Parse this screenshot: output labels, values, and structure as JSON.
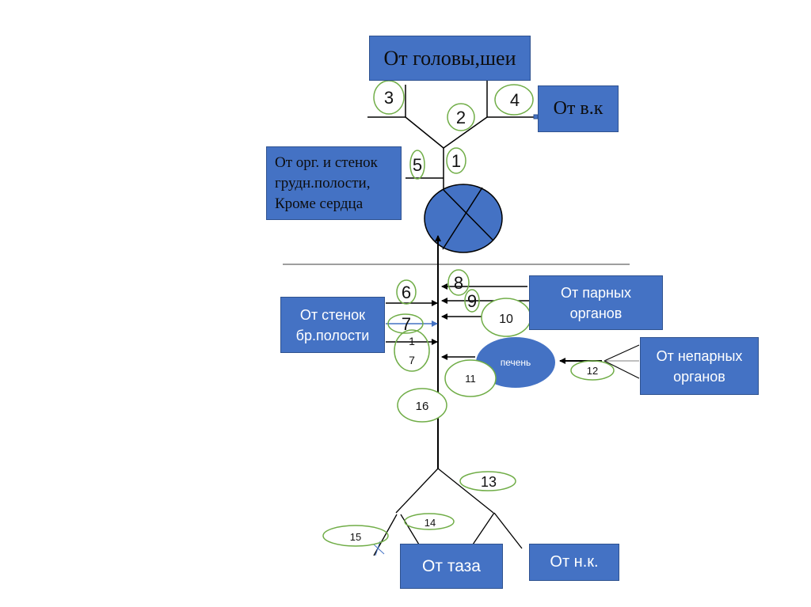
{
  "colors": {
    "box_fill": "#4472c4",
    "box_border": "#2f528f",
    "oval_stroke": "#70ad47",
    "line": "#000000",
    "blue_arrow": "#4472c4",
    "divider": "#7f7f7f"
  },
  "boxes": {
    "head_neck": "От головы,шеи",
    "svc": "От в.к",
    "thoracic_line1": "От орг. и стенок",
    "thoracic_line2": "грудн.полости,",
    "thoracic_line3": "Кроме сердца",
    "abdominal_walls_line1": "От стенок",
    "abdominal_walls_line2": "бр.полости",
    "paired_line1": "От парных",
    "paired_line2": "органов",
    "unpaired_line1": "От непарных",
    "unpaired_line2": "органов",
    "pelvis": "От таза",
    "lower_limb": "От н.к."
  },
  "organs": {
    "liver": "печень"
  },
  "markers": {
    "m1": "1",
    "m2": "2",
    "m3": "3",
    "m4": "4",
    "m5": "5",
    "m6": "6",
    "m7": "7",
    "m8": "8",
    "m9": "9",
    "m10": "10",
    "m11": "11",
    "m12": "12",
    "m13": "13",
    "m14": "14",
    "m15": "15",
    "m16": "16",
    "m17_top": "1",
    "m17_bottom": "7"
  }
}
